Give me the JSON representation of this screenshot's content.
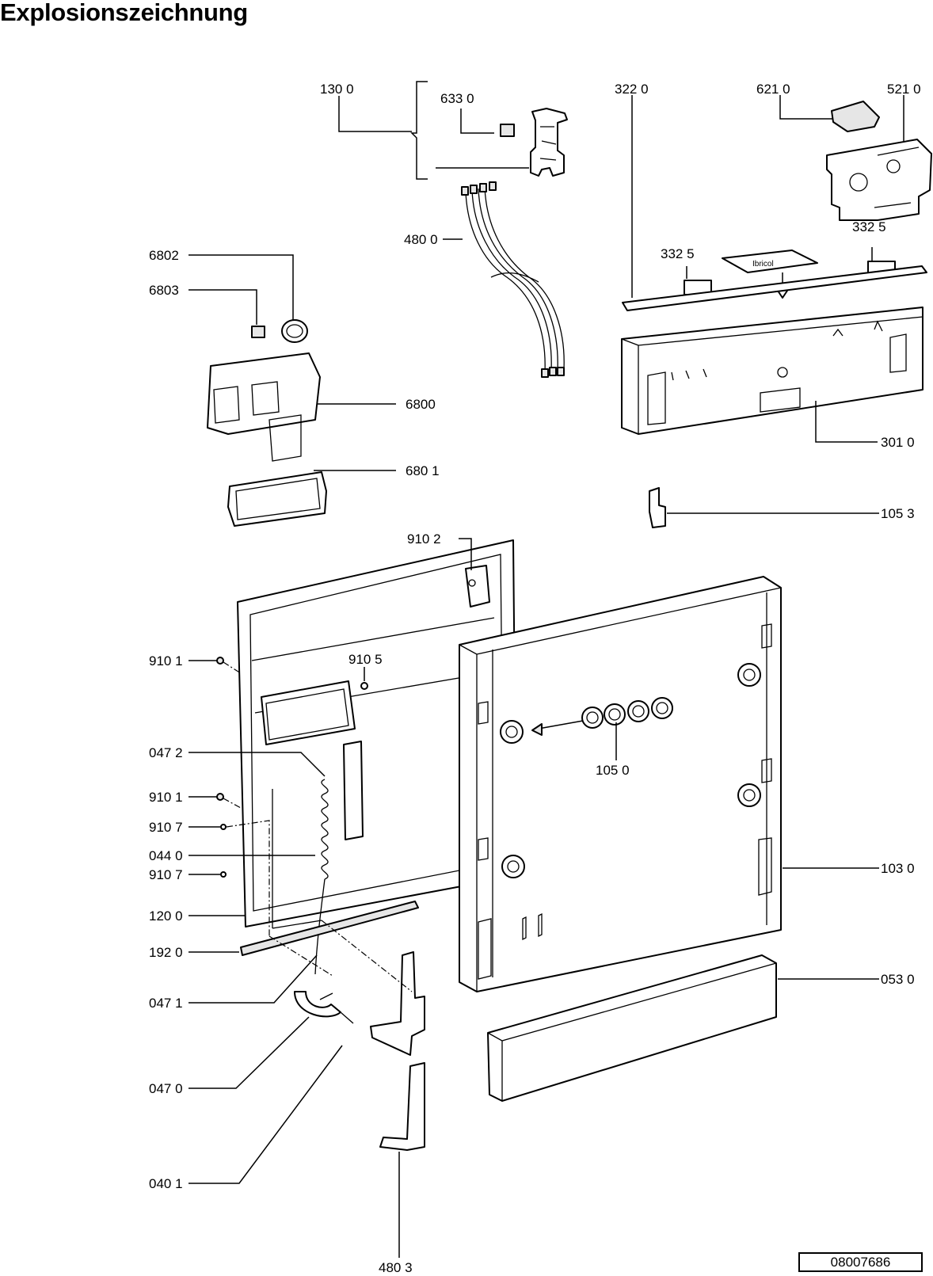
{
  "title": "Explosionszeichnung",
  "document_number": "08007686",
  "stamp_text": "Ibricol",
  "labels": {
    "l_1300": "130 0",
    "l_6330": "633 0",
    "l_3220": "322  0",
    "l_6210": "621 0",
    "l_5210": "521 0",
    "l_4800": "480 0",
    "l_3325a": "332  5",
    "l_3325b": "332  5",
    "l_6802": "6802",
    "l_6803": "6803",
    "l_6800": "6800",
    "l_3010": "301 0",
    "l_6801": "680 1",
    "l_1053": "105 3",
    "l_9102": "910 2",
    "l_9101a": "910 1",
    "l_9105": "910 5",
    "l_0472": "047 2",
    "l_1050": "105 0",
    "l_9101b": "910 1",
    "l_9107a": "910 7",
    "l_0440": "044 0",
    "l_9107b": "910 7",
    "l_1030": "103 0",
    "l_1200": "120 0",
    "l_1920": "192 0",
    "l_0530": "053 0",
    "l_0471": "047 1",
    "l_0470": "047 0",
    "l_0401": "040 1",
    "l_4803": "480 3"
  }
}
